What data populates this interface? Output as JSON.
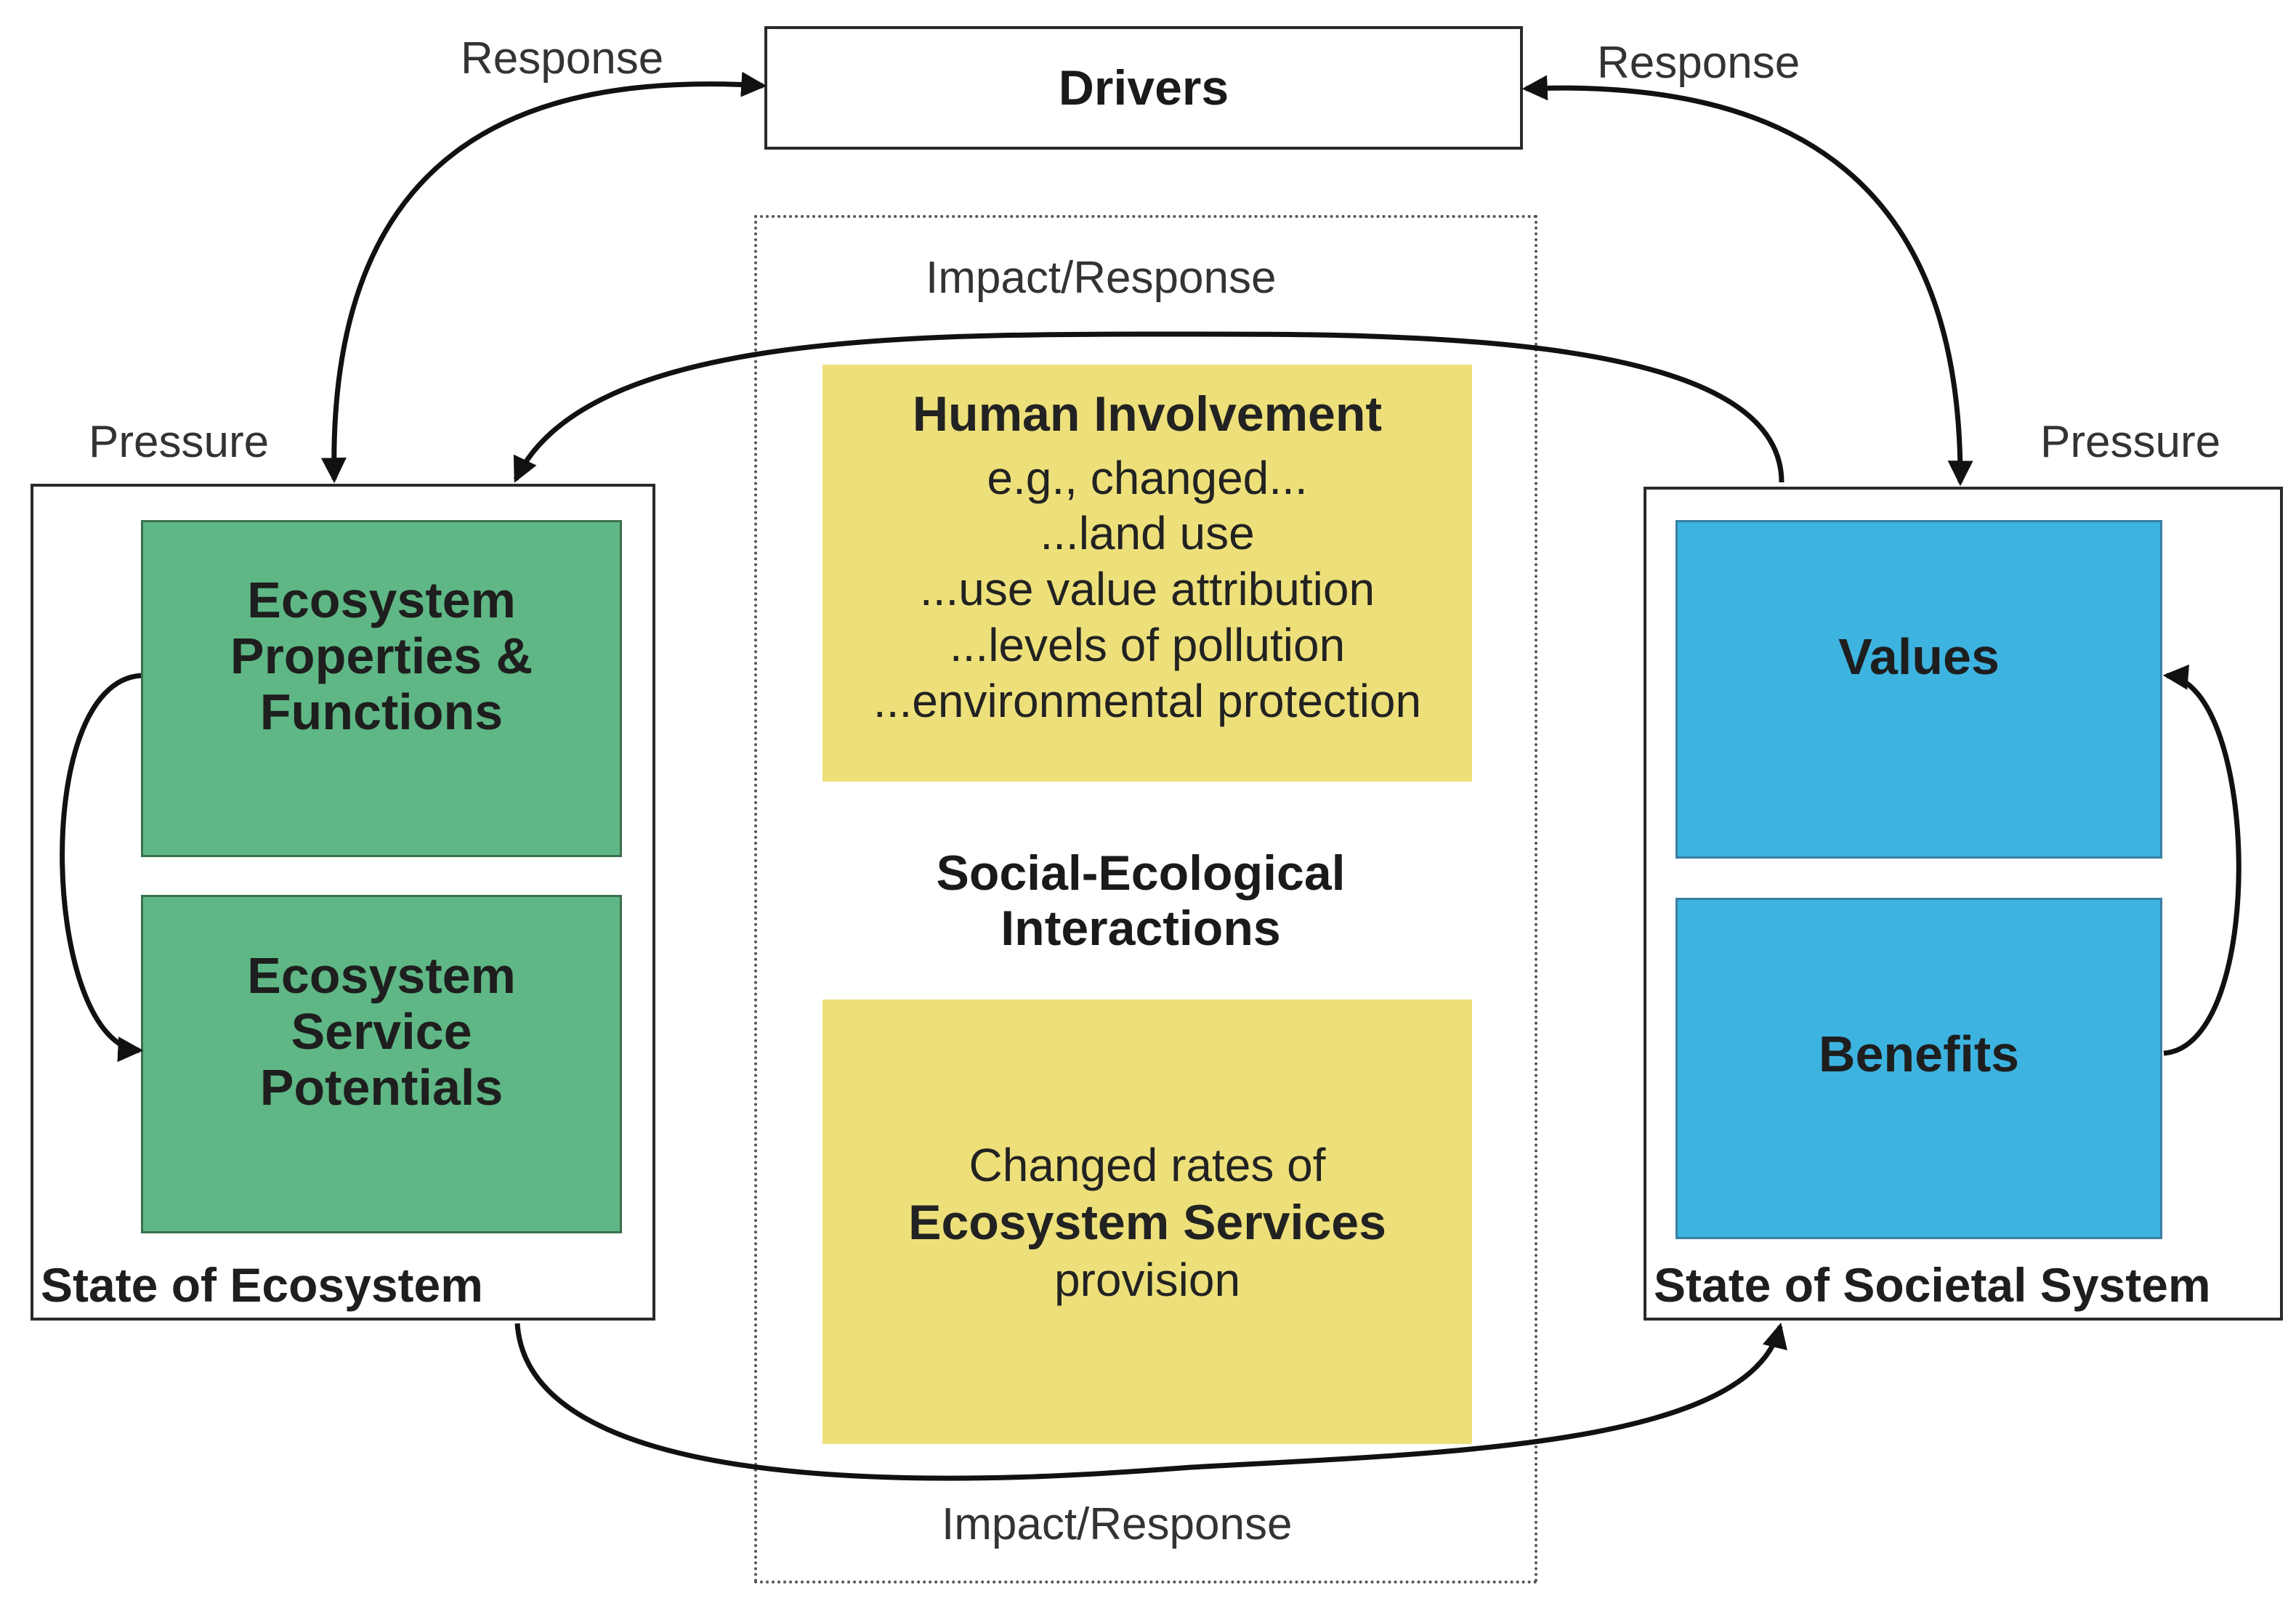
{
  "drivers": {
    "label": "Drivers"
  },
  "edges": {
    "response_left": "Response",
    "response_right": "Response",
    "pressure_left": "Pressure",
    "pressure_right": "Pressure",
    "impact_top": "Impact/Response",
    "impact_bottom": "Impact/Response"
  },
  "ecosystem": {
    "state_label": "State of Ecosystem",
    "properties": "Ecosystem Properties & Functions",
    "potentials": "Ecosystem Service Potentials"
  },
  "society": {
    "state_label": "State of Societal System",
    "values": "Values",
    "benefits": "Benefits"
  },
  "center": {
    "human_title": "Human Involvement",
    "human_lines": [
      "e.g., changed...",
      "...land use",
      "...use value attribution",
      "...levels of pollution",
      "...environmental protection"
    ],
    "sei_line1": "Social-Ecological",
    "sei_line2": "Interactions",
    "rates_pre": "Changed rates of",
    "rates_bold": "Ecosystem Services",
    "rates_post": "provision"
  },
  "colors": {
    "green": "#5fb785",
    "blue": "#3db3e0",
    "yellow": "#ede07a"
  }
}
